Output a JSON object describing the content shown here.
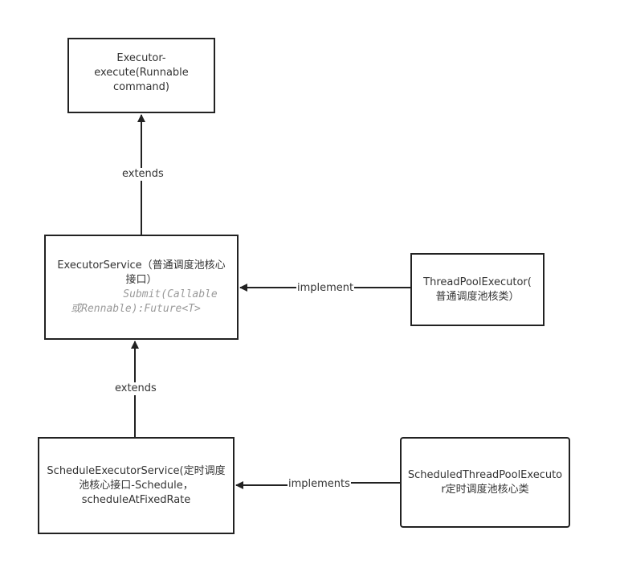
{
  "diagram": {
    "nodes": {
      "executor": {
        "lines": [
          "Executor-",
          "execute(Runnable",
          "command)"
        ]
      },
      "executor_service": {
        "lines": [
          "ExecutorService（普通调度池核心",
          "接口）"
        ],
        "signature_lines": [
          "Submit(Callable",
          "或Rennable):Future<T>"
        ]
      },
      "thread_pool_executor": {
        "lines": [
          "ThreadPoolExecutor(",
          "普通调度池核类）"
        ]
      },
      "schedule_executor_service": {
        "lines": [
          "ScheduleExecutorService(定时调度",
          "池核心接口-Schedule，",
          "scheduleAtFixedRate"
        ]
      },
      "scheduled_thread_pool_executor": {
        "lines": [
          "ScheduledThreadPoolExecuto",
          "r定时调度池核心类"
        ]
      }
    },
    "edges": {
      "service_extends_executor": "extends",
      "threadpool_implements_service": "implement",
      "schedule_extends_service": "extends",
      "scheduledpool_implements_schedule": "implements"
    }
  }
}
